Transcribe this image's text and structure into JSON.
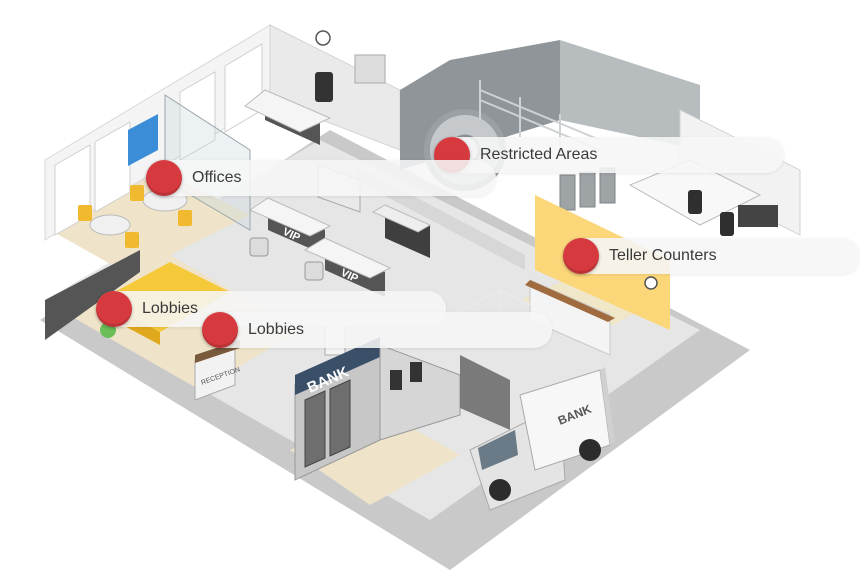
{
  "hotspots": {
    "restricted": {
      "label": "Restricted Areas"
    },
    "offices": {
      "label": "Offices"
    },
    "teller": {
      "label": "Teller Counters"
    },
    "lobbies_1": {
      "label": "Lobbies"
    },
    "lobbies_2": {
      "label": "Lobbies"
    }
  },
  "signage": {
    "bank_facade": "BANK",
    "truck": "BANK",
    "vip_1": "VIP",
    "vip_2": "VIP",
    "reception": "RECEPTION"
  },
  "colors": {
    "hotspot_dot": "#d63a3f",
    "lobby_sofa": "#f6c93a",
    "teller_wall": "#fcd77a",
    "floor_beige": "#efe4c9"
  }
}
